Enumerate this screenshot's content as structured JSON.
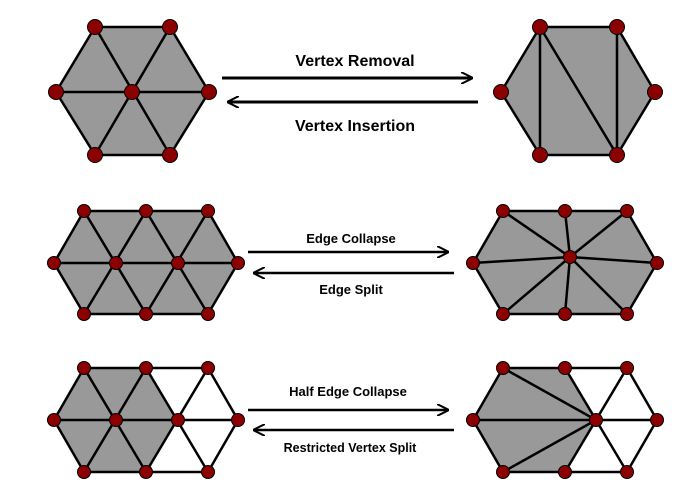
{
  "colors": {
    "fill": "#999999",
    "edge": "#000000",
    "vertex": "#8b0000",
    "background": "#ffffff"
  },
  "rows": [
    {
      "forward_label": "Vertex Removal",
      "backward_label": "Vertex Insertion"
    },
    {
      "forward_label": "Edge Collapse",
      "backward_label": "Edge Split"
    },
    {
      "forward_label": "Half Edge Collapse",
      "backward_label": "Restricted Vertex Split"
    }
  ]
}
